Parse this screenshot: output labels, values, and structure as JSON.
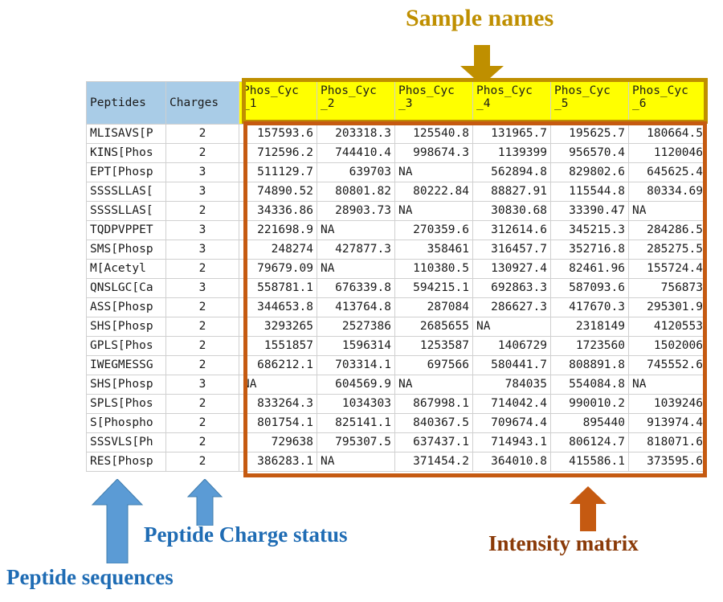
{
  "annotations": {
    "sample_names": {
      "label": "Sample names",
      "color": "#bf8f00",
      "arrow": "down-arrow-icon"
    },
    "peptide_sequences": {
      "label": "Peptide sequences",
      "color": "#1f6cb4",
      "arrow": "up-arrow-icon"
    },
    "peptide_charge": {
      "label": "Peptide Charge status",
      "color": "#1f6cb4",
      "arrow": "up-arrow-icon"
    },
    "intensity_matrix": {
      "label": "Intensity matrix",
      "color": "#8a3a08",
      "arrow": "up-arrow-icon"
    }
  },
  "table": {
    "headers": {
      "peptides": "Peptides",
      "charges": "Charges",
      "samples": [
        "Phos_Cyc\n_1",
        "Phos_Cyc\n_2",
        "Phos_Cyc\n_3",
        "Phos_Cyc\n_4",
        "Phos_Cyc\n_5",
        "Phos_Cyc\n_6"
      ]
    },
    "header_fill_peptides": "#a9cce7",
    "header_fill_samples": "#ffff00",
    "rows": [
      {
        "peptide": "MLISAVS[P",
        "charge": "2",
        "values": [
          "157593.6",
          "203318.3",
          "125540.8",
          "131965.7",
          "195625.7",
          "180664.5"
        ]
      },
      {
        "peptide": "KINS[Phos",
        "charge": "2",
        "values": [
          "712596.2",
          "744410.4",
          "998674.3",
          "1139399",
          "956570.4",
          "1120046"
        ]
      },
      {
        "peptide": "EPT[Phosp",
        "charge": "3",
        "values": [
          "511129.7",
          "639703",
          "NA",
          "562894.8",
          "829802.6",
          "645625.4"
        ]
      },
      {
        "peptide": "SSSSLLAS[",
        "charge": "3",
        "values": [
          "74890.52",
          "80801.82",
          "80222.84",
          "88827.91",
          "115544.8",
          "80334.69"
        ]
      },
      {
        "peptide": "SSSSLLAS[",
        "charge": "2",
        "values": [
          "34336.86",
          "28903.73",
          "NA",
          "30830.68",
          "33390.47",
          "NA"
        ]
      },
      {
        "peptide": "TQDPVPPET",
        "charge": "3",
        "values": [
          "221698.9",
          "NA",
          "270359.6",
          "312614.6",
          "345215.3",
          "284286.5"
        ]
      },
      {
        "peptide": "SMS[Phosp",
        "charge": "3",
        "values": [
          "248274",
          "427877.3",
          "358461",
          "316457.7",
          "352716.8",
          "285275.5"
        ]
      },
      {
        "peptide": "M[Acetyl",
        "charge": "2",
        "values": [
          "79679.09",
          "NA",
          "110380.5",
          "130927.4",
          "82461.96",
          "155724.4"
        ]
      },
      {
        "peptide": "QNSLGC[Ca",
        "charge": "3",
        "values": [
          "558781.1",
          "676339.8",
          "594215.1",
          "692863.3",
          "587093.6",
          "756873"
        ]
      },
      {
        "peptide": "ASS[Phosp",
        "charge": "2",
        "values": [
          "344653.8",
          "413764.8",
          "287084",
          "286627.3",
          "417670.3",
          "295301.9"
        ]
      },
      {
        "peptide": "SHS[Phosp",
        "charge": "2",
        "values": [
          "3293265",
          "2527386",
          "2685655",
          "NA",
          "2318149",
          "4120553"
        ]
      },
      {
        "peptide": "GPLS[Phos",
        "charge": "2",
        "values": [
          "1551857",
          "1596314",
          "1253587",
          "1406729",
          "1723560",
          "1502006"
        ]
      },
      {
        "peptide": "IWEGMESSG",
        "charge": "2",
        "values": [
          "686212.1",
          "703314.1",
          "697566",
          "580441.7",
          "808891.8",
          "745552.6"
        ]
      },
      {
        "peptide": "SHS[Phosp",
        "charge": "3",
        "values": [
          "NA",
          "604569.9",
          "NA",
          "784035",
          "554084.8",
          "NA"
        ]
      },
      {
        "peptide": "SPLS[Phos",
        "charge": "2",
        "values": [
          "833264.3",
          "1034303",
          "867998.1",
          "714042.4",
          "990010.2",
          "1039246"
        ]
      },
      {
        "peptide": "S[Phospho",
        "charge": "2",
        "values": [
          "801754.1",
          "825141.1",
          "840367.5",
          "709674.4",
          "895440",
          "913974.4"
        ]
      },
      {
        "peptide": "SSSVLS[Ph",
        "charge": "2",
        "values": [
          "729638",
          "795307.5",
          "637437.1",
          "714943.1",
          "806124.7",
          "818071.6"
        ]
      },
      {
        "peptide": "RES[Phosp",
        "charge": "2",
        "values": [
          "386283.1",
          "NA",
          "371454.2",
          "364010.8",
          "415586.1",
          "373595.6"
        ]
      }
    ]
  },
  "boxes": {
    "sample_names_outline": "#bf8f00",
    "intensity_matrix_outline": "#c55a11"
  }
}
